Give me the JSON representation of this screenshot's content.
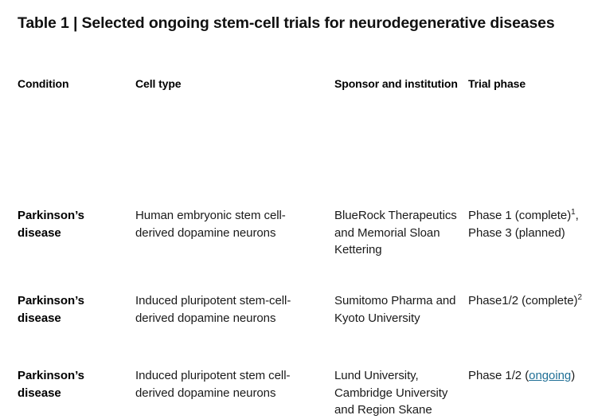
{
  "table": {
    "title": "Table 1 | Selected ongoing stem-cell trials for neurodegenerative diseases",
    "columns": [
      {
        "key": "condition",
        "label": "Condition"
      },
      {
        "key": "cell_type",
        "label": "Cell type"
      },
      {
        "key": "sponsor",
        "label": "Sponsor and institution"
      },
      {
        "key": "trial_phase",
        "label": "Trial phase"
      }
    ],
    "rows": [
      {
        "condition": "Parkinson’s disease",
        "cell_type": "Human embryonic stem cell-derived dopamine neurons",
        "sponsor": "BlueRock Therapeutics and Memorial Sloan Kettering",
        "trial_phase_parts": [
          {
            "type": "text",
            "value": "Phase 1 (complete)"
          },
          {
            "type": "superscript",
            "value": "1"
          },
          {
            "type": "text",
            "value": ", Phase 3 (planned)"
          }
        ]
      },
      {
        "condition": "Parkinson’s disease",
        "cell_type": "Induced pluripotent stem-cell-derived dopamine neurons",
        "sponsor": "Sumitomo Pharma and Kyoto University",
        "trial_phase_parts": [
          {
            "type": "text",
            "value": "Phase1/2 (complete)"
          },
          {
            "type": "superscript",
            "value": "2"
          }
        ]
      },
      {
        "condition": "Parkinson’s disease",
        "cell_type": "Induced pluripotent stem cell-derived dopamine neurons",
        "sponsor": "Lund University, Cambridge University and Region Skane",
        "trial_phase_parts": [
          {
            "type": "text",
            "value": "Phase 1/2 ("
          },
          {
            "type": "link",
            "value": "ongoing"
          },
          {
            "type": "text",
            "value": ")"
          }
        ]
      }
    ]
  },
  "colors": {
    "background": "#ffffff",
    "text": "#1a1a1a",
    "heading": "#000000",
    "link": "#1f6f96"
  }
}
